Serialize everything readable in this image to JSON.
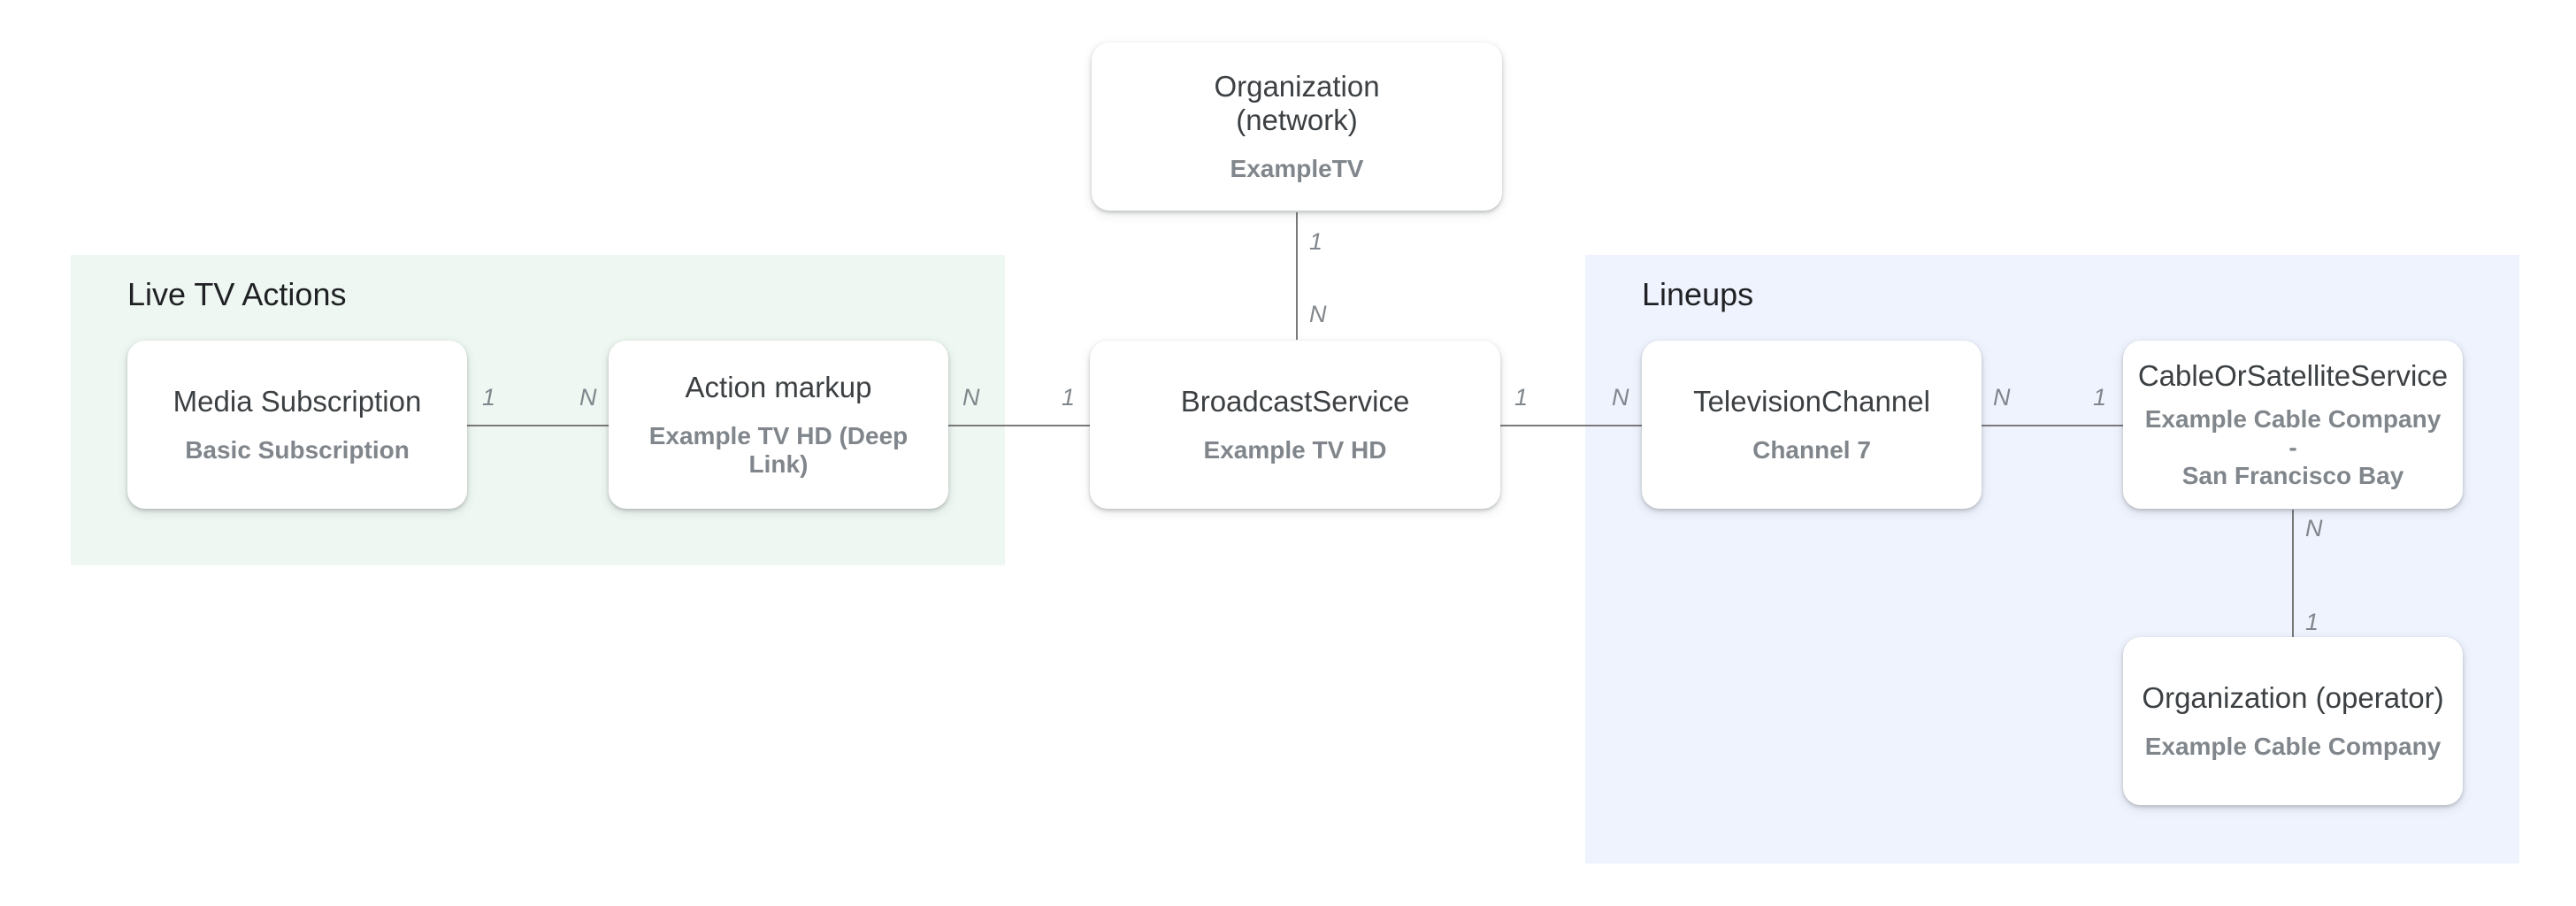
{
  "groups": {
    "live_tv_actions": "Live TV Actions",
    "lineups": "Lineups"
  },
  "nodes": {
    "org_network": {
      "title": "Organization\n(network)",
      "sub": "ExampleTV"
    },
    "media_subscription": {
      "title": "Media Subscription",
      "sub": "Basic Subscription"
    },
    "action_markup": {
      "title": "Action markup",
      "sub": "Example TV HD (Deep Link)"
    },
    "broadcast_service": {
      "title": "BroadcastService",
      "sub": "Example TV HD"
    },
    "television_channel": {
      "title": "TelevisionChannel",
      "sub": "Channel 7"
    },
    "cable_service": {
      "title": "CableOrSatelliteService",
      "sub": "Example Cable Company -\nSan Francisco Bay"
    },
    "org_operator": {
      "title": "Organization (operator)",
      "sub": "Example Cable Company"
    }
  },
  "cardinalities": {
    "org_to_broadcast_top": "1",
    "org_to_broadcast_bottom": "N",
    "media_to_action_left": "1",
    "media_to_action_right": "N",
    "action_to_broadcast_left": "N",
    "action_to_broadcast_right": "1",
    "broadcast_to_channel_left": "1",
    "broadcast_to_channel_right": "N",
    "channel_to_cable_left": "N",
    "channel_to_cable_right": "1",
    "cable_to_operator_top": "N",
    "cable_to_operator_bottom": "1"
  },
  "colors": {
    "live_tv_actions_bg": "#eef7f1",
    "lineups_bg": "#eef3fd",
    "connector": "#7a7a7a"
  }
}
